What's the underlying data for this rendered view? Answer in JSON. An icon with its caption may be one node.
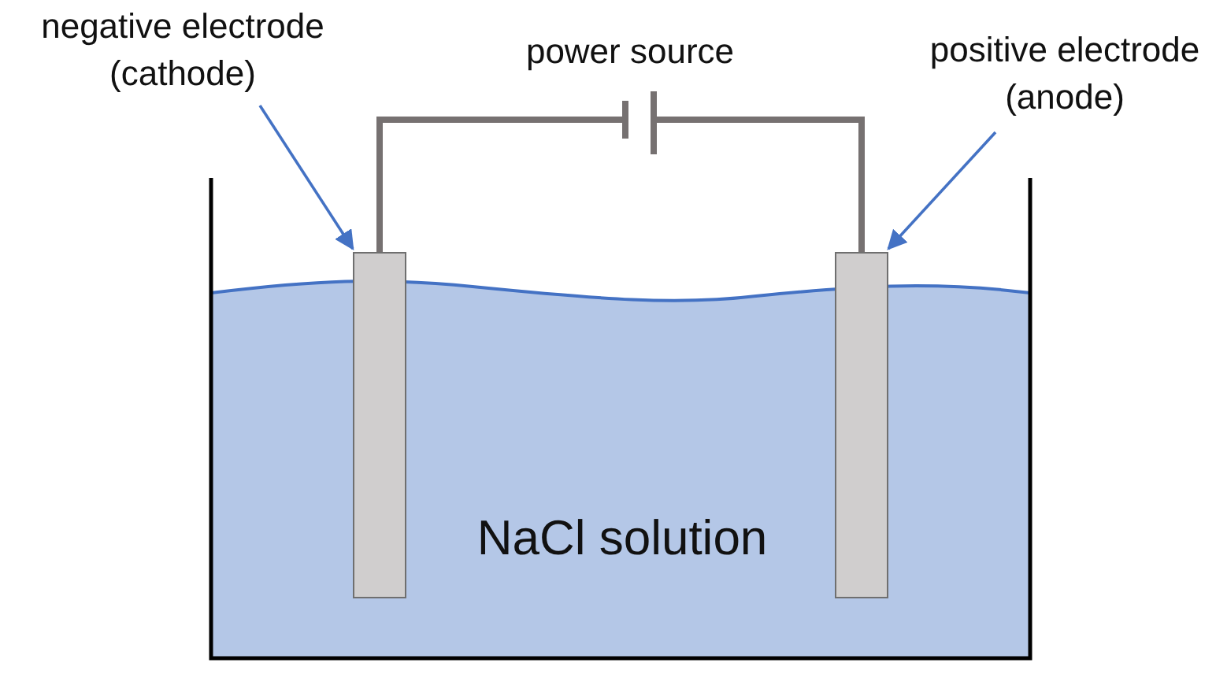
{
  "diagram": {
    "nodes": [
      {
        "text": [
          "negative electrode (cathode)"
        ]
      },
      {
        "text": [
          "positive electrode (anode)"
        ]
      },
      {
        "text": [],
        "shape": "bar"
      },
      {
        "text": [],
        "shape": "bar"
      },
      {
        "text": [],
        "shape": "battery"
      }
    ],
    "edges": [
      {
        "from": 0,
        "to": 2,
        "arrow": "to"
      },
      {
        "from": 1,
        "to": 3,
        "arrow": "to"
      },
      {
        "from": 2,
        "to": 4,
        "arrow": "none",
        "style": "thick",
        "color": "#767171"
      },
      {
        "from": 4,
        "to": 3,
        "arrow": "none",
        "style": "thick",
        "color": "#767171"
      }
    ],
    "labels": [
      "power source",
      "NaCl solution"
    ]
  }
}
